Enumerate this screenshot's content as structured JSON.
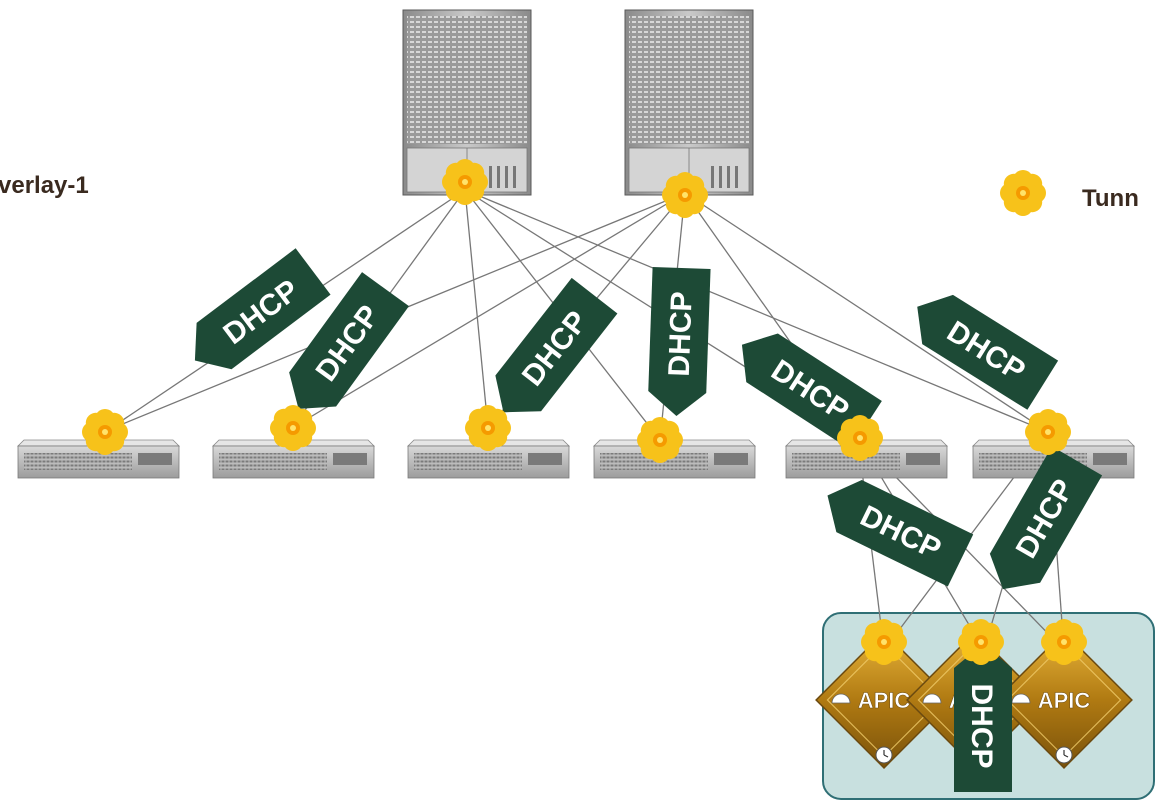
{
  "labels": {
    "overlay": "verlay-1",
    "tunnel": "Tunn"
  },
  "tag_text": "DHCP",
  "apic_text": "APIC",
  "colors": {
    "tag": "#1d4a36",
    "tag_text": "#ffffff",
    "line": "#777777",
    "star_outer": "#f7c21a",
    "star_inner": "#f59a00",
    "switch_body": "#bfbfbf",
    "cluster_fill": "#c8e0df",
    "cluster_border": "#2f6f75",
    "apic_gold": "#c8921c"
  },
  "icons": [
    "spine-switch-icon",
    "leaf-switch-icon",
    "tunnel-endpoint-icon",
    "apic-controller-icon",
    "dhcp-tag-icon"
  ]
}
